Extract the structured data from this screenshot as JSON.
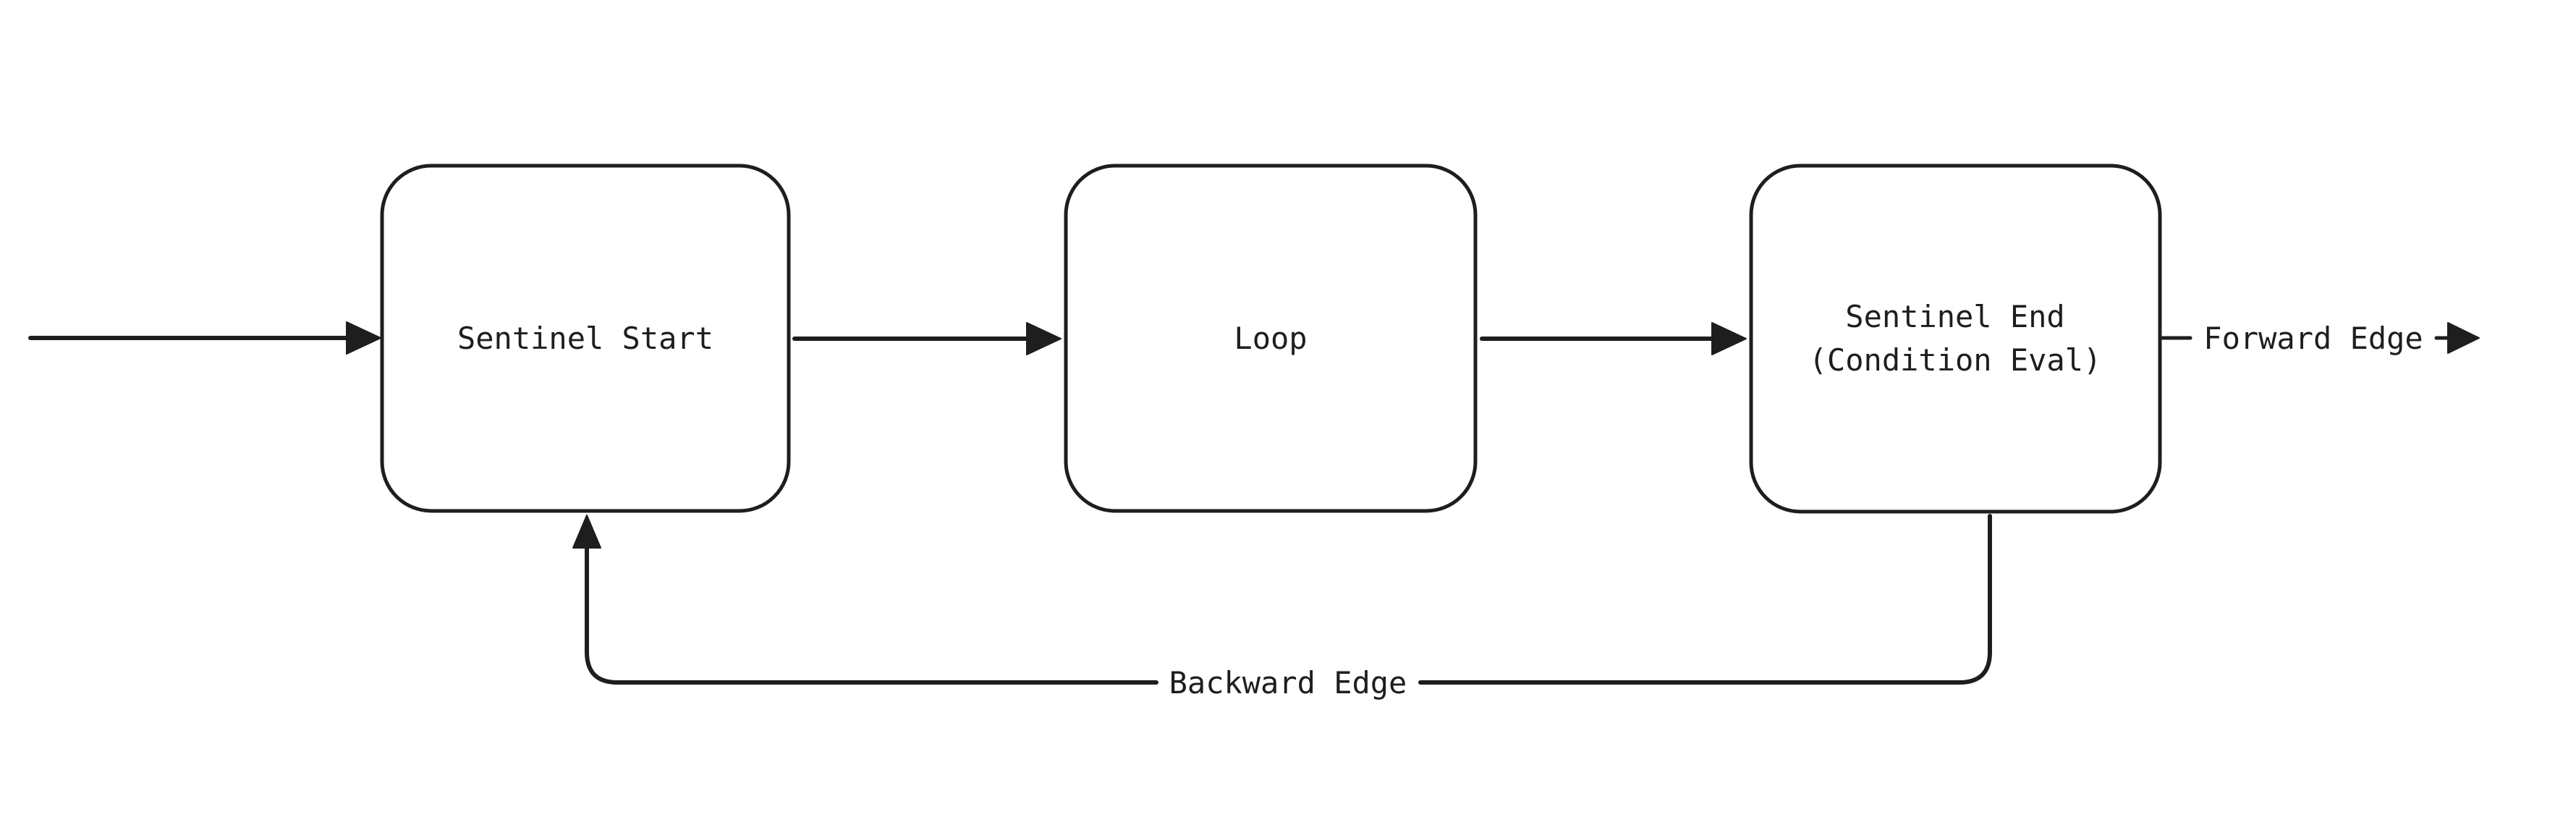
{
  "diagram": {
    "background_color": "#ffffff",
    "stroke_color": "#1e1e1e",
    "nodes": [
      {
        "label": "Sentinel Start"
      },
      {
        "label": "Loop"
      },
      {
        "label_line1": "Sentinel End",
        "label_line2": "(Condition Eval)"
      }
    ],
    "edge_labels": {
      "forward": "Forward Edge",
      "backward": "Backward Edge"
    }
  }
}
